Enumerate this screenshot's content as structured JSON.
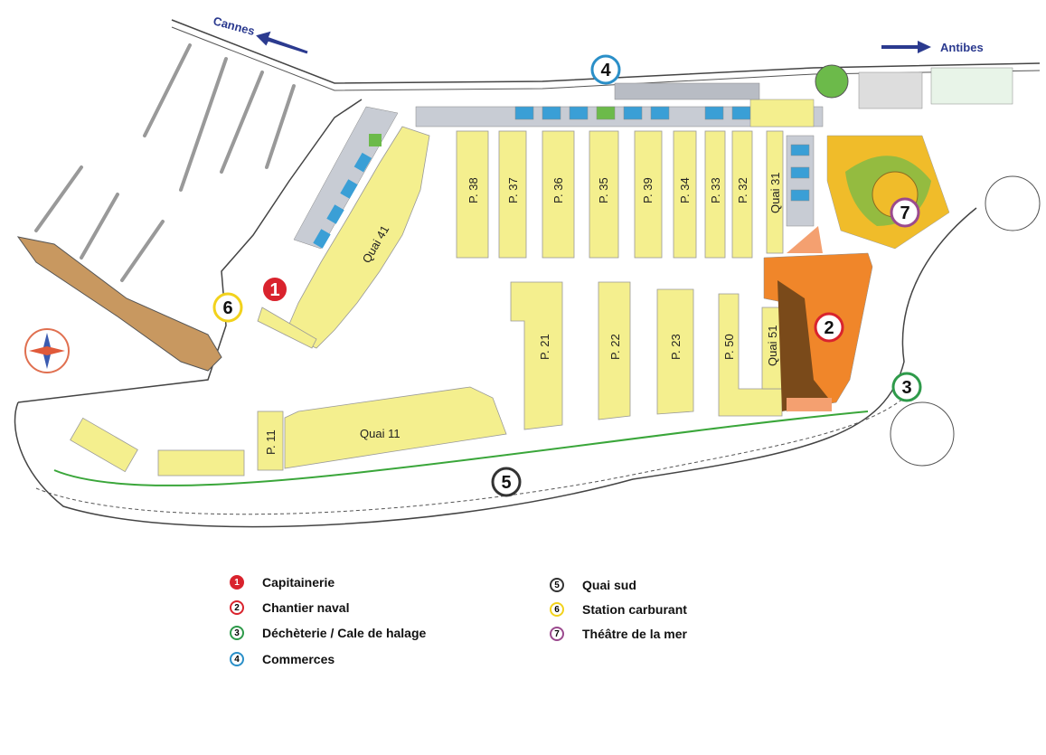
{
  "directions": {
    "left": "Cannes",
    "right": "Antibes"
  },
  "colors": {
    "pier_yellow": "#f4ef8e",
    "shipyard_orange": "#f0862a",
    "shipyard_brown": "#7a4a1a",
    "theatre_gold": "#f0bc2a",
    "road_green": "#3aa63a",
    "arrow_blue": "#2b3a8f"
  },
  "piers": [
    {
      "id": "p38",
      "label": "P. 38"
    },
    {
      "id": "p37",
      "label": "P. 37"
    },
    {
      "id": "p36",
      "label": "P. 36"
    },
    {
      "id": "p35",
      "label": "P. 35"
    },
    {
      "id": "p39",
      "label": "P. 39"
    },
    {
      "id": "p34",
      "label": "P. 34"
    },
    {
      "id": "p33",
      "label": "P. 33"
    },
    {
      "id": "p32",
      "label": "P. 32"
    },
    {
      "id": "quai31",
      "label": "Quai 31"
    },
    {
      "id": "quai41",
      "label": "Quai 41"
    },
    {
      "id": "p21",
      "label": "P. 21"
    },
    {
      "id": "p22",
      "label": "P. 22"
    },
    {
      "id": "p23",
      "label": "P. 23"
    },
    {
      "id": "p50",
      "label": "P. 50"
    },
    {
      "id": "quai51",
      "label": "Quai 51"
    },
    {
      "id": "p11",
      "label": "P. 11"
    },
    {
      "id": "quai11",
      "label": "Quai 11"
    }
  ],
  "markers": [
    {
      "num": "1",
      "color": "#d9232d",
      "label": "Capitainerie"
    },
    {
      "num": "2",
      "color": "#d9232d",
      "label": "Chantier naval"
    },
    {
      "num": "3",
      "color": "#2e9a4a",
      "label": "Déchèterie / Cale de halage"
    },
    {
      "num": "4",
      "color": "#2a8fc8",
      "label": "Commerces"
    },
    {
      "num": "5",
      "color": "#333333",
      "label": "Quai sud"
    },
    {
      "num": "6",
      "color": "#f2d21c",
      "label": "Station carburant"
    },
    {
      "num": "7",
      "color": "#9b4a8e",
      "label": "Théâtre de la mer"
    }
  ]
}
